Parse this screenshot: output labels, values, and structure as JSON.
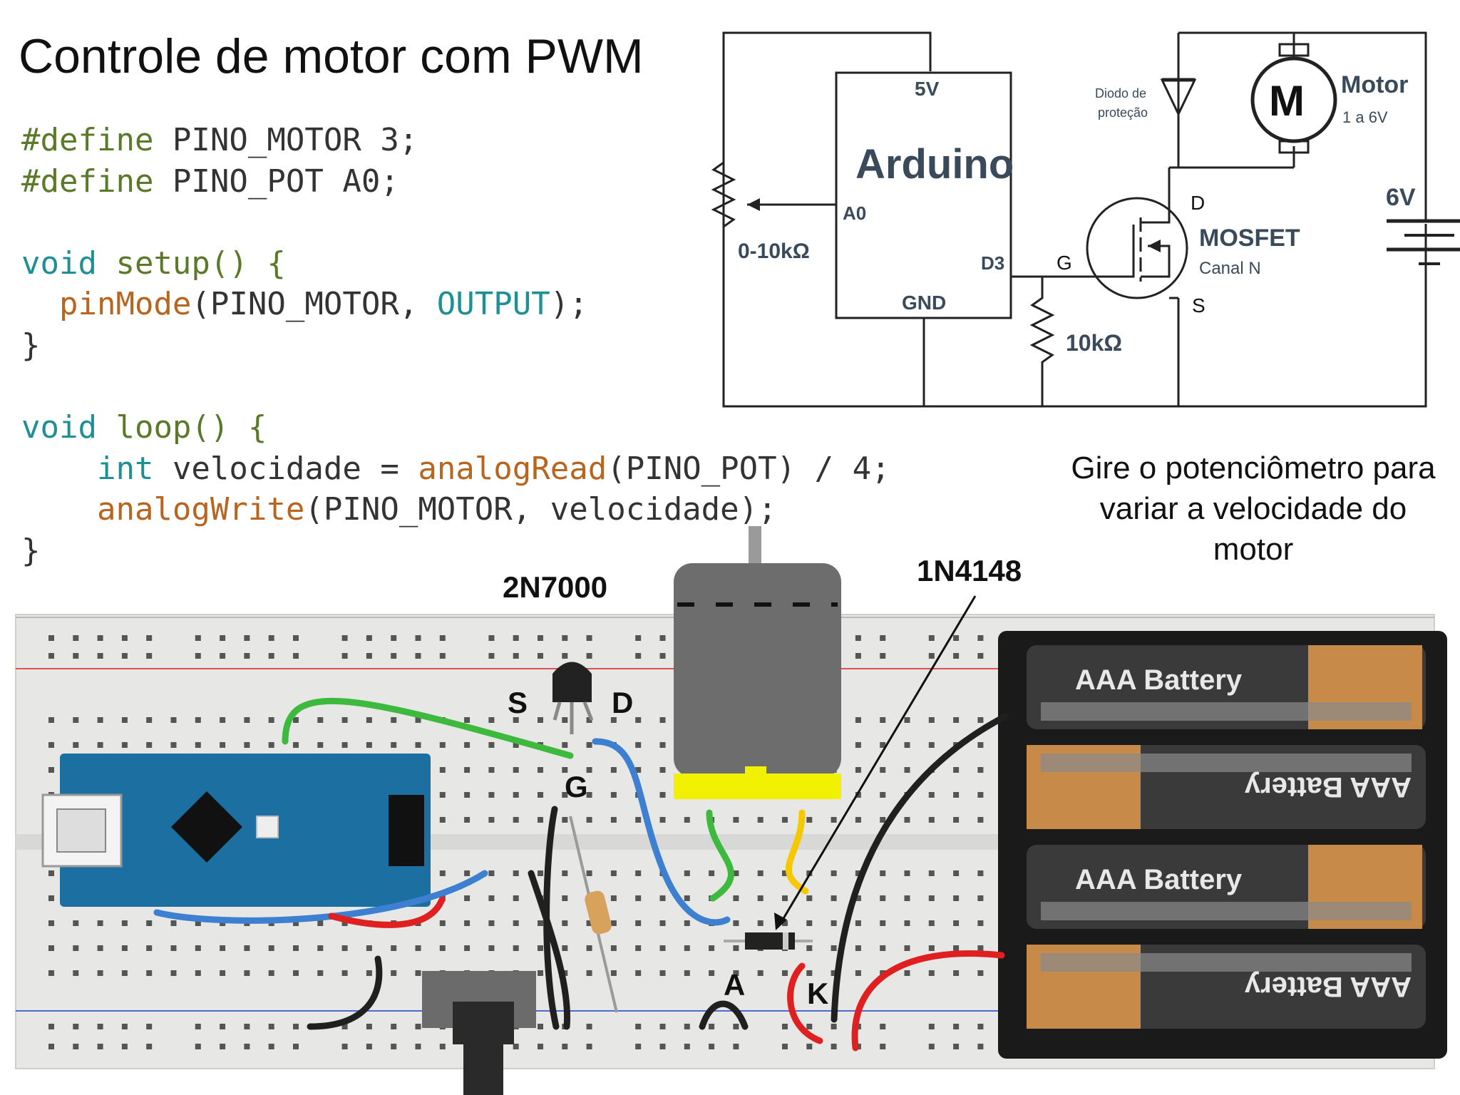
{
  "title": "Controle de motor com PWM",
  "code": {
    "define_kw": "#define",
    "define1_rest": " PINO_MOTOR 3;",
    "define2_rest": " PINO_POT A0;",
    "void1": "void",
    "setup_fn": " setup() {",
    "pinmode_indent": "  ",
    "pinmode_fn": "pinMode",
    "pinmode_args_a": "(PINO_MOTOR, ",
    "pinmode_const": "OUTPUT",
    "pinmode_args_b": ");",
    "close_brace": "}",
    "void2": "void",
    "loop_fn": " loop() {",
    "line_int_indent": "    ",
    "int_kw": "int",
    "velocidade_eq": " velocidade = ",
    "analogread_fn": "analogRead",
    "analogread_args": "(PINO_POT) / 4;",
    "line_aw_indent": "    ",
    "analogwrite_fn": "analogWrite",
    "analogwrite_args": "(PINO_MOTOR, velocidade);"
  },
  "schematic": {
    "pin_5v": "5V",
    "arduino_label": "Arduino",
    "pin_a0": "A0",
    "pin_d3": "D3",
    "pin_gnd": "GND",
    "pot_label": "0-10kΩ",
    "resistor_label": "10kΩ",
    "diode_label_1": "Diodo de",
    "diode_label_2": "proteção",
    "motor_symbol": "M",
    "motor_label": "Motor",
    "motor_voltage": "1 a 6V",
    "mosfet_label": "MOSFET",
    "mosfet_channel": "Canal N",
    "pin_d": "D",
    "pin_g": "G",
    "pin_s": "S",
    "battery_label": "6V"
  },
  "note": "Gire o potenciômetro para variar a velocidade do motor",
  "breadboard": {
    "transistor_label": "2N7000",
    "transistor_s": "S",
    "transistor_d": "D",
    "transistor_g": "G",
    "diode_label": "1N4148",
    "diode_a": "A",
    "diode_k": "K",
    "battery_text": "AAA Battery"
  },
  "colors": {
    "breadboard": "#e7e7e5",
    "arduino_board": "#1c6fa1",
    "wire_green": "#3dba3d",
    "wire_blue": "#3d7fd0",
    "wire_red": "#e02020",
    "wire_black": "#202020",
    "motor_body": "#6d6d6d",
    "motor_cap": "#f0f000",
    "battery_copper": "#c88a48"
  }
}
